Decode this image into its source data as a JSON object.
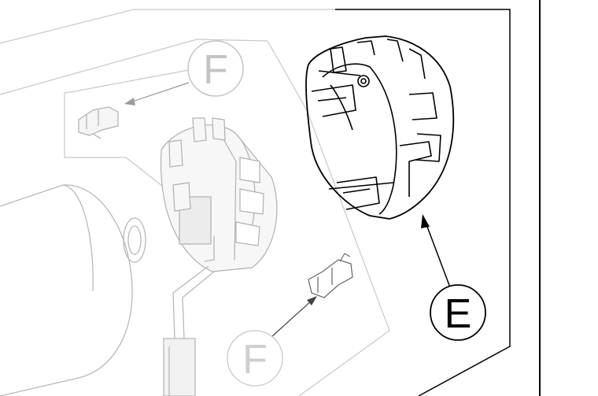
{
  "callouts": {
    "f_top": "F",
    "f_bottom": "F",
    "e": "E"
  },
  "colors": {
    "line": "#000000",
    "faded_line": "#b8b8b8",
    "faded_fill": "#f4f4f4",
    "background": "#ffffff"
  }
}
